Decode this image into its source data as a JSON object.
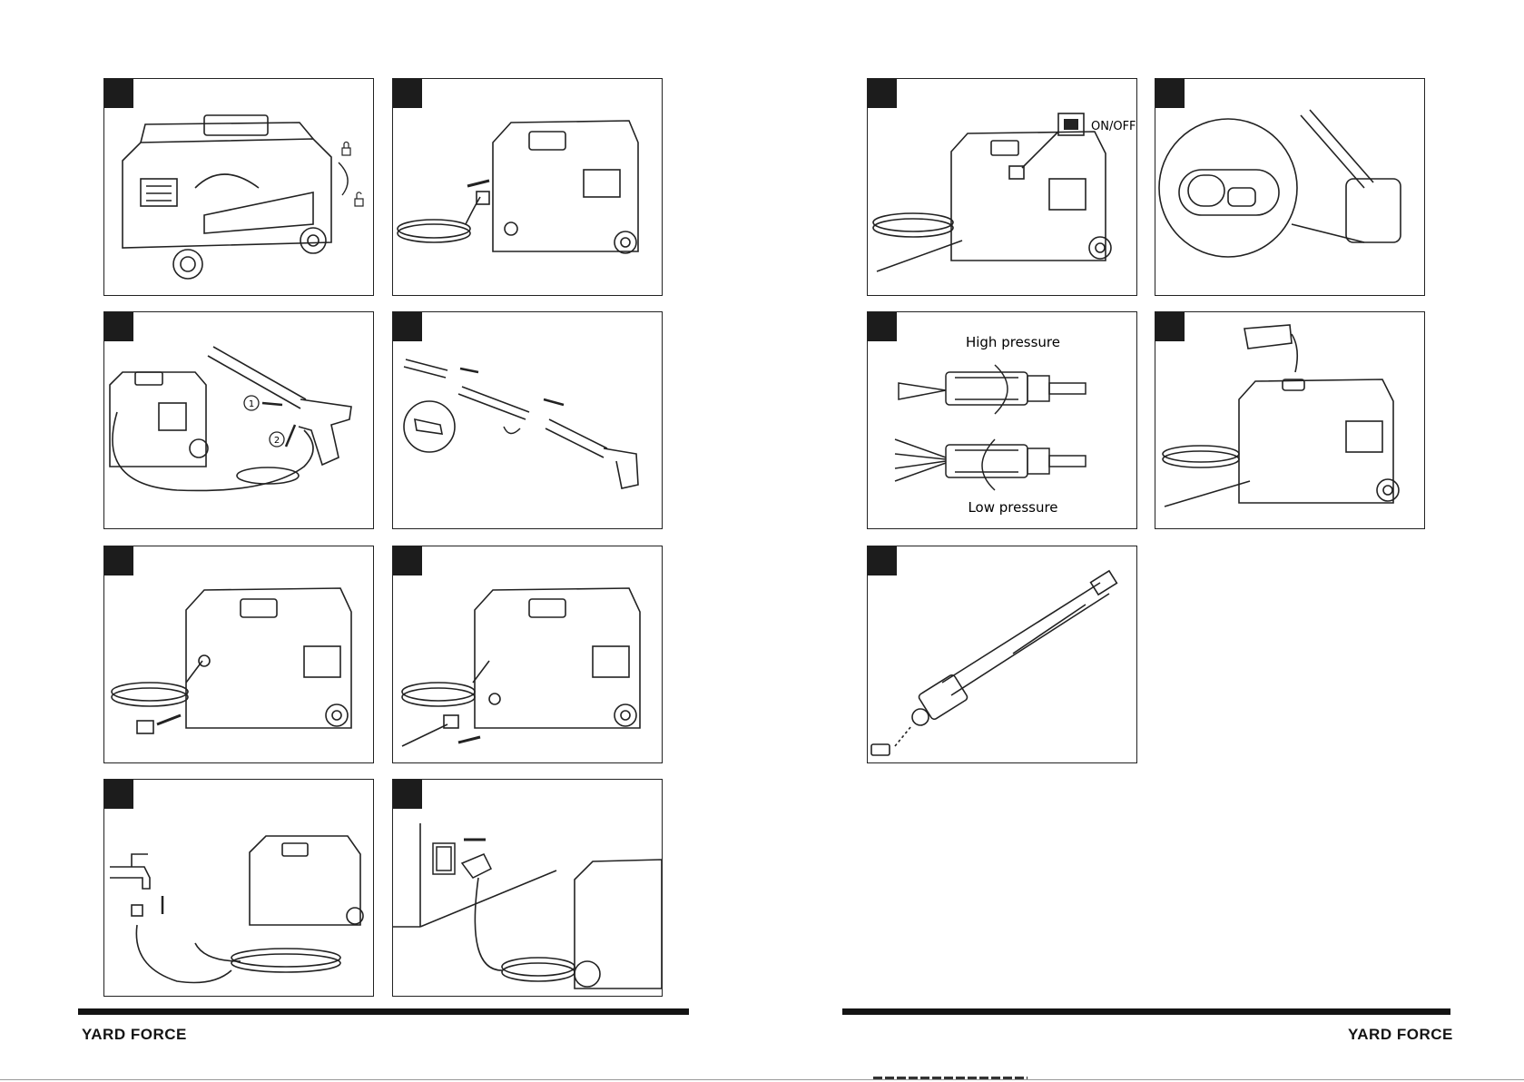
{
  "brand": {
    "left": "YARD FORCE",
    "right": "YARD FORCE"
  },
  "labels": {
    "on_off": "ON/OFF",
    "high_pressure": "High pressure",
    "low_pressure": "Low pressure",
    "step_1": "1",
    "step_2": "2"
  },
  "colors": {
    "ink": "#1c1c1c",
    "paper": "#ffffff",
    "rule": "#141414"
  },
  "icons": [
    "lock-closed-icon",
    "lock-open-icon",
    "rotate-arrow-icon",
    "push-arrow-icon",
    "spray-fan-icon",
    "power-socket-icon",
    "water-tap-icon"
  ]
}
